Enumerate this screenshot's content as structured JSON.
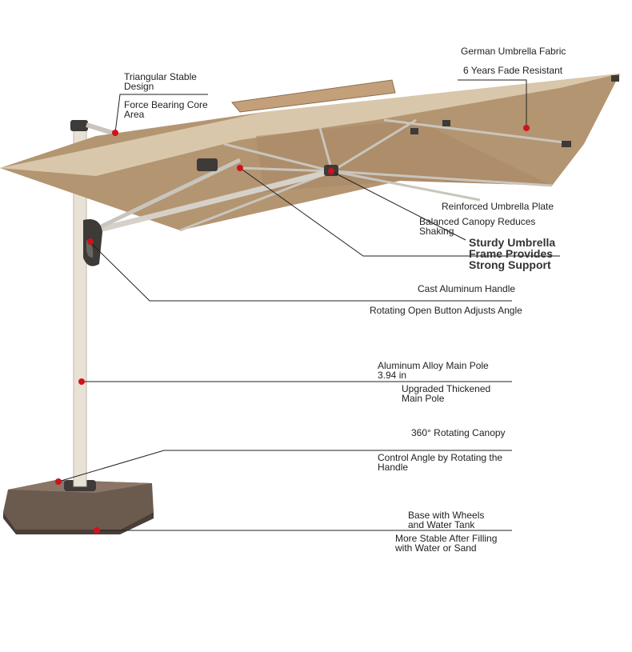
{
  "colors": {
    "canopy_top": "#d9c7ab",
    "canopy_under": "#b39571",
    "frame": "#c9c5bd",
    "pole": "#e8e2d6",
    "base": "#6b5a4e",
    "hardware": "#3d3a38",
    "marker": "#d0121c",
    "leader": "#222222"
  },
  "labels": {
    "fabric": "German Umbrella Fabric",
    "fade": "6 Years Fade Resistant",
    "triangular": "Triangular Stable\nDesign",
    "core": "Force Bearing Core\nArea",
    "plate": "Reinforced Umbrella Plate",
    "balanced": "Balanced Canopy Reduces\nShaking",
    "sturdy": "Sturdy Umbrella\nFrame Provides\nStrong Support",
    "handle": "Cast Aluminum Handle",
    "rotating_open": "Rotating Open Button Adjusts Angle",
    "pole": "Aluminum Alloy Main Pole\n3.94 in",
    "thickened": "Upgraded Thickened\nMain Pole",
    "rotating_canopy": "360° Rotating Canopy",
    "control": "Control Angle by Rotating the\nHandle",
    "base": "Base with Wheels\nand Water Tank",
    "stable": "More Stable After Filling\nwith Water or Sand"
  }
}
